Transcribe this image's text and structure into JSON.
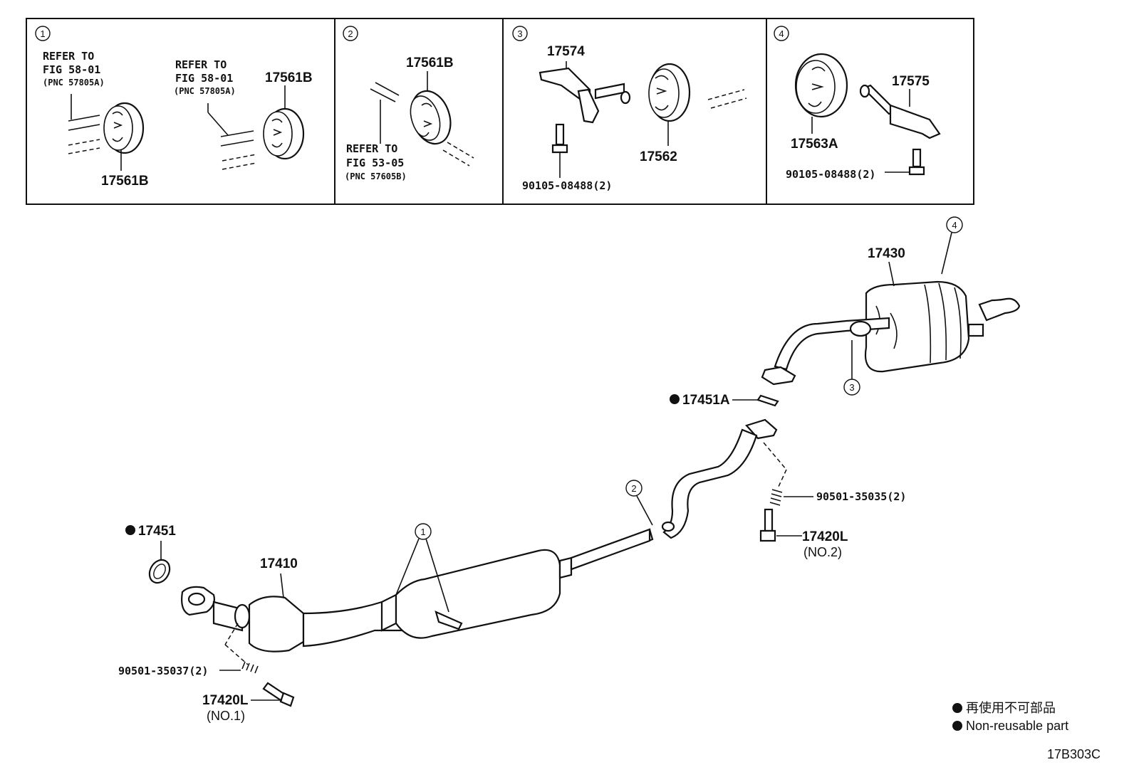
{
  "panels": [
    {
      "number": "1",
      "refs": [
        {
          "line1": "REFER TO",
          "line2": "FIG 58-01",
          "line3": "(PNC 57805A)"
        },
        {
          "line1": "REFER TO",
          "line2": "FIG 58-01",
          "line3": "(PNC 57805A)"
        }
      ],
      "parts": [
        "17561B",
        "17561B"
      ]
    },
    {
      "number": "2",
      "refs": [
        {
          "line1": "REFER TO",
          "line2": "FIG 53-05",
          "line3": "(PNC 57605B)"
        }
      ],
      "parts": [
        "17561B"
      ]
    },
    {
      "number": "3",
      "parts": [
        "17574",
        "17562",
        "90105-08488(2)"
      ]
    },
    {
      "number": "4",
      "parts": [
        "17563A",
        "17575",
        "90105-08488(2)"
      ]
    }
  ],
  "main": {
    "parts": {
      "p17430": "17430",
      "p17451A": "17451A",
      "p90501_35035": "90501-35035(2)",
      "p17420L_no2": "17420L",
      "no2": "(NO.2)",
      "p17451": "17451",
      "p17410": "17410",
      "p90501_35037": "90501-35037(2)",
      "p17420L_no1": "17420L",
      "no1": "(NO.1)"
    },
    "callouts": [
      "1",
      "2",
      "3",
      "4"
    ]
  },
  "legend": {
    "jp": "再使用不可部品",
    "en": "Non-reusable part"
  },
  "figure_code": "17B303C"
}
